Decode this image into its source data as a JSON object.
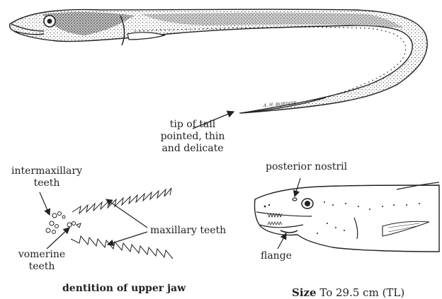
{
  "labels": {
    "tail_note_line1": "tip of tail",
    "tail_note_line2": "pointed, thin",
    "tail_note_line3": "and delicate",
    "intermaxillary_line1": "intermaxillary",
    "intermaxillary_line2": "teeth",
    "maxillary": "maxillary teeth",
    "vomerine_line1": "vomerine",
    "vomerine_line2": "teeth",
    "dentition_caption": "dentition of upper jaw",
    "posterior_nostril": "posterior nostril",
    "flange": "flange",
    "size_label": "Size",
    "size_value": "To 29.5 cm (TL)"
  },
  "signature": "A. H. BORDITE",
  "colors": {
    "ink": "#222222",
    "paper": "#ffffff",
    "shade": "#9a9a9a"
  }
}
